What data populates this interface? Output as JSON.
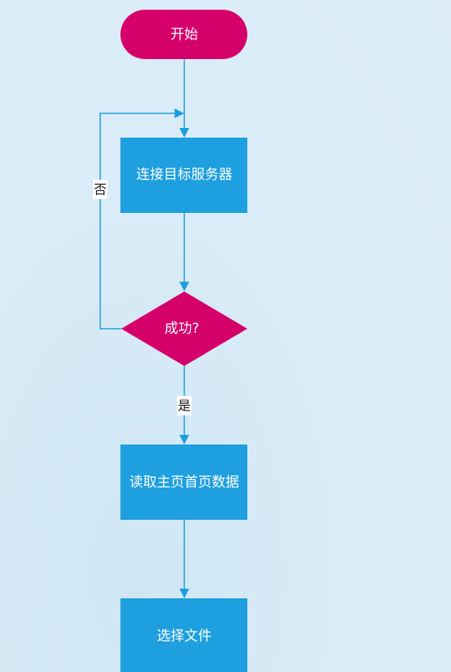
{
  "nodes": {
    "start": "开始",
    "connect": "连接目标服务器",
    "decision": "成功?",
    "read": "读取主页首页数据",
    "select": "选择文件"
  },
  "edges": {
    "yes_label": "是",
    "no_label": "否"
  },
  "colors": {
    "terminal": "#d6006b",
    "decision": "#d6006b",
    "process": "#1e9fdf",
    "connector": "#1e9fdf",
    "label_bg": "#ffffff"
  }
}
